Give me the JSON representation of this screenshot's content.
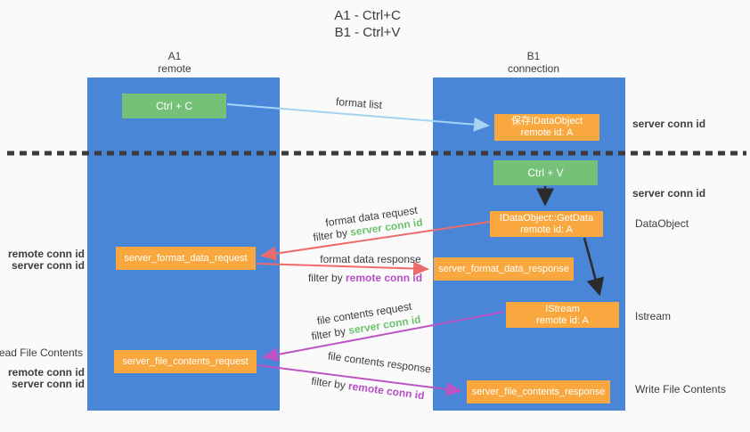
{
  "title": {
    "line1": "A1 - Ctrl+C",
    "line2": "B1 - Ctrl+V"
  },
  "lifelines": {
    "a1": {
      "name": "A1",
      "role": "remote"
    },
    "b1": {
      "name": "B1",
      "role": "connection"
    }
  },
  "nodes": {
    "ctrl_c": {
      "label": "Ctrl + C"
    },
    "ctrl_v": {
      "label": "Ctrl + V"
    },
    "save_dataobject": {
      "line1": "保存IDataObject",
      "line2": "remote id: A"
    },
    "getdata": {
      "line1": "IDataObject::GetData",
      "line2": "remote id: A"
    },
    "istream": {
      "line1": "IStream",
      "line2": "remote id: A"
    },
    "server_format_data_request": {
      "label": "server_format_data_request"
    },
    "server_format_data_response": {
      "label": "server_format_data_response"
    },
    "server_file_contents_request": {
      "label": "server_file_contents_request"
    },
    "server_file_contents_response": {
      "label": "server_file_contents_response"
    }
  },
  "flows": {
    "format_list": {
      "label": "format list"
    },
    "format_data_request": {
      "label": "format data request",
      "filter_prefix": "filter by",
      "filter_key": "server conn id"
    },
    "format_data_response": {
      "label": "format data response",
      "filter_prefix": "filter by",
      "filter_key": "remote conn id"
    },
    "file_contents_request": {
      "label": "file contents request",
      "filter_prefix": "filter by",
      "filter_key": "server conn id"
    },
    "file_contents_response": {
      "label": "file contents response",
      "filter_prefix": "filter by",
      "filter_key": "remote conn id"
    }
  },
  "annotations": {
    "right": [
      {
        "text": "server conn id",
        "kind": "server"
      },
      {
        "text": "server conn id",
        "kind": "server"
      },
      {
        "text": "DataObject",
        "kind": "plain"
      },
      {
        "text": "Istream",
        "kind": "plain"
      },
      {
        "text": "Write File Contents",
        "kind": "plain"
      }
    ],
    "left": [
      {
        "text": "remote conn id",
        "kind": "remote"
      },
      {
        "text": "server conn id",
        "kind": "server"
      },
      {
        "text": "Read File Contents",
        "kind": "plain"
      },
      {
        "text": "remote conn id",
        "kind": "remote"
      },
      {
        "text": "server conn id",
        "kind": "server"
      }
    ]
  },
  "colors": {
    "lifeline_blue": "#4a86d8",
    "action_green": "#74c177",
    "message_orange": "#f8a83e",
    "server_conn_id_green": "#6dc36d",
    "remote_conn_id_purple": "#b44fc4",
    "format_arrow_salmon": "#ee6b6b",
    "file_arrow_magenta": "#bd53c5",
    "format_list_arrow_blue": "#a5d4f2",
    "black_arrow": "#2b2b2b"
  }
}
